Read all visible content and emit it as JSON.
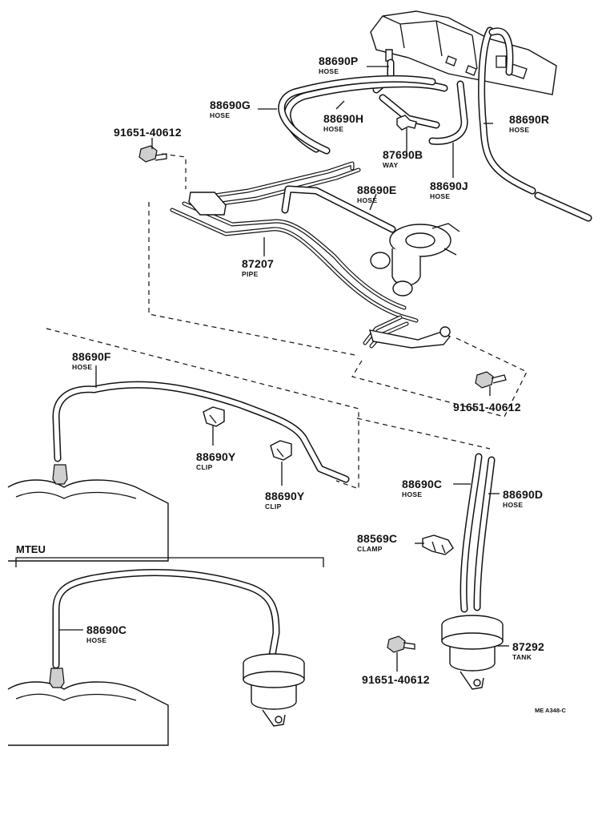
{
  "parts": [
    {
      "id": "p1",
      "number": "88690P",
      "name": "HOSE"
    },
    {
      "id": "p2",
      "number": "88690G",
      "name": "HOSE"
    },
    {
      "id": "p3",
      "number": "88690H",
      "name": "HOSE"
    },
    {
      "id": "p4",
      "number": "88690R",
      "name": "HOSE"
    },
    {
      "id": "p5",
      "number": "91651-40612",
      "name": ""
    },
    {
      "id": "p6",
      "number": "87690B",
      "name": "WAY"
    },
    {
      "id": "p7",
      "number": "88690J",
      "name": "HOSE"
    },
    {
      "id": "p8",
      "number": "88690E",
      "name": "HOSE"
    },
    {
      "id": "p9",
      "number": "87207",
      "name": "PIPE"
    },
    {
      "id": "p10",
      "number": "88690F",
      "name": "HOSE"
    },
    {
      "id": "p11",
      "number": "91651-40612",
      "name": ""
    },
    {
      "id": "p12",
      "number": "88690Y",
      "name": "CLIP"
    },
    {
      "id": "p13",
      "number": "88690Y",
      "name": "CLIP"
    },
    {
      "id": "p14",
      "number": "88690C",
      "name": "HOSE"
    },
    {
      "id": "p15",
      "number": "88690D",
      "name": "HOSE"
    },
    {
      "id": "p16",
      "number": "88569C",
      "name": "CLAMP"
    },
    {
      "id": "p17",
      "number": "88690C",
      "name": "HOSE"
    },
    {
      "id": "p18",
      "number": "87292",
      "name": "TANK"
    },
    {
      "id": "p19",
      "number": "91651-40612",
      "name": ""
    }
  ],
  "section_label": "MTEU",
  "drawing_ref": "ME A348-C",
  "colors": {
    "ink": "#111111",
    "paper": "#ffffff",
    "shade": "#cfcfcf"
  }
}
